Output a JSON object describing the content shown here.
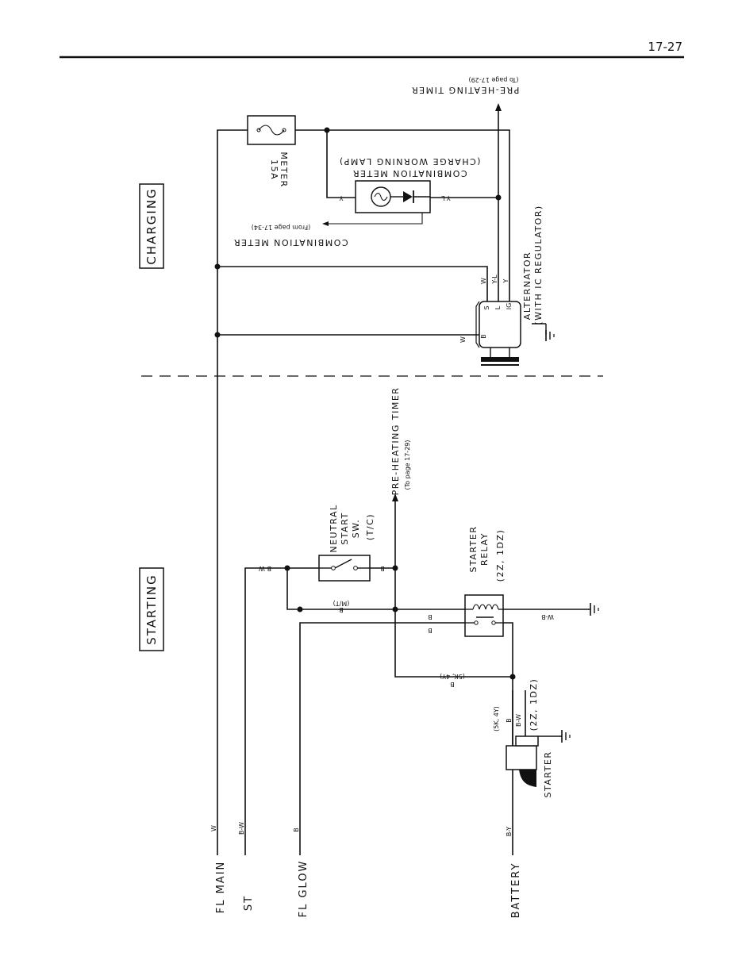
{
  "page_number": "17-27",
  "sections": {
    "charging": "CHARGING",
    "starting": "STARTING"
  },
  "terminals": {
    "fl_main": "FL MAIN",
    "st": "ST",
    "fl_glow": "FL GLOW",
    "battery": "BATTERY"
  },
  "wire_colors": {
    "fl_main": "W",
    "st": "B-W",
    "fl_glow": "B",
    "battery": "B-Y",
    "alt_b": "W",
    "alt_s": "W",
    "alt_l": "Y-L",
    "alt_ig": "Y",
    "meter_y": "Y",
    "meter_yl": "Y-L",
    "neutral_in": "B-W",
    "neutral_out": "B",
    "mt": "B",
    "mt_note": "(M/T)",
    "relay_coil": "B",
    "relay_switch": "B",
    "relay_ground": "W-B",
    "starter_5k": "B",
    "starter_5k_note": "(5K, 4Y)",
    "starter_b": "B",
    "starter_bw": "B-W"
  },
  "components": {
    "fuse": {
      "amps": "15A",
      "name": "METER"
    },
    "combination_meter_lamp": {
      "line1": "COMBINATION METER",
      "line2": "(CHARGE WORNING LAMP)"
    },
    "combination_meter": {
      "name": "COMBINATION METER",
      "ref": "(From page 17-34)"
    },
    "pre_heating_top": {
      "name": "PRE-HEATING TIMER",
      "ref": "(To page 17-29)"
    },
    "pre_heating_mid": {
      "name": "PRE-HEATING TIMER",
      "ref": "(To page 17-29)"
    },
    "alternator": {
      "line1": "ALTERNATOR",
      "line2": "(WITH IC REGULATOR)",
      "pins": {
        "s": "S",
        "l": "L",
        "ig": "IG",
        "b": "B"
      }
    },
    "neutral_switch": {
      "line1": "NEUTRAL",
      "line2": "START",
      "line3": "SW.",
      "line4": "(T/C)"
    },
    "starter_relay": {
      "line1": "STARTER",
      "line2": "RELAY",
      "line3": "(2Z, 1DZ)"
    },
    "starter": {
      "name": "STARTER",
      "variant_top": "(5K, 4Y)",
      "variant_bottom": "(2Z, 1DZ)"
    }
  }
}
